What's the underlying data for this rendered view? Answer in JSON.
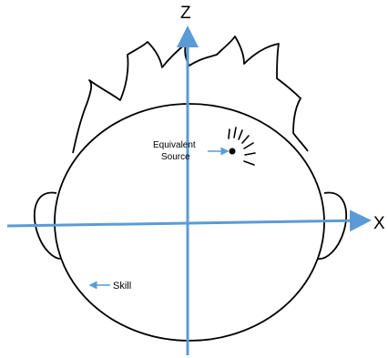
{
  "axes": {
    "z_label": "Z",
    "x_label": "X",
    "color": "#5b9bd5"
  },
  "labels": {
    "source_line1": "Equivalent",
    "source_line2": "Source",
    "skull": "Skill"
  },
  "colors": {
    "outline": "#000000",
    "arrow": "#5b9bd5",
    "background": "#ffffff"
  }
}
